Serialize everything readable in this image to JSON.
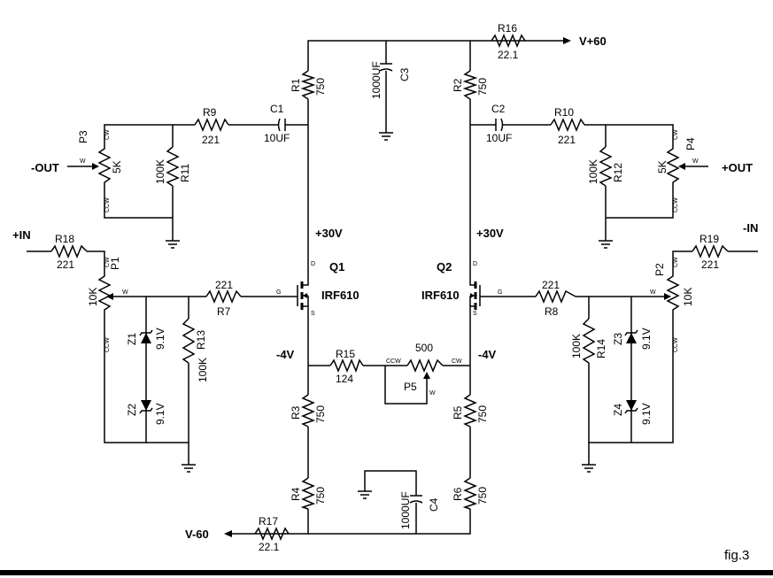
{
  "figure_label": "fig.3",
  "labels": {
    "R1": "R1",
    "R1_val": "750",
    "R2": "R2",
    "R2_val": "750",
    "R3": "R3",
    "R3_val": "750",
    "R4": "R4",
    "R4_val": "750",
    "R5": "R5",
    "R5_val": "750",
    "R6": "R6",
    "R6_val": "750",
    "R7": "R7",
    "R7_val": "221",
    "R8": "R8",
    "R8_val": "221",
    "R9": "R9",
    "R9_val": "221",
    "R10": "R10",
    "R10_val": "221",
    "R11": "R11",
    "R11_val": "100K",
    "R12": "R12",
    "R12_val": "100K",
    "R13": "R13",
    "R13_val": "100K",
    "R14": "R14",
    "R14_val": "100K",
    "R15": "R15",
    "R15_val": "124",
    "R16": "R16",
    "R16_val": "22.1",
    "R17": "R17",
    "R17_val": "22.1",
    "R18": "R18",
    "R18_val": "221",
    "R19": "R19",
    "R19_val": "221",
    "C1": "C1",
    "C1_val": "10UF",
    "C2": "C2",
    "C2_val": "10UF",
    "C3": "C3",
    "C3_val": "1000UF",
    "C4": "C4",
    "C4_val": "1000UF",
    "P1": "P1",
    "P1_val": "10K",
    "P2": "P2",
    "P2_val": "10K",
    "P3": "P3",
    "P3_val": "5K",
    "P4": "P4",
    "P4_val": "5K",
    "P5": "P5",
    "P5_val": "500",
    "Q1": "Q1",
    "Q1_part": "IRF610",
    "Q2": "Q2",
    "Q2_part": "IRF610",
    "Z1": "Z1",
    "Z1_val": "9.1V",
    "Z2": "Z2",
    "Z2_val": "9.1V",
    "Z3": "Z3",
    "Z3_val": "9.1V",
    "Z4": "Z4",
    "Z4_val": "9.1V",
    "vplus": "V+60",
    "vminus": "V-60",
    "plus30_left": "+30V",
    "plus30_right": "+30V",
    "minus4_left": "-4V",
    "minus4_right": "-4V",
    "out_minus": "-OUT",
    "out_plus": "+OUT",
    "in_plus": "+IN",
    "in_minus": "-IN",
    "pin_D": "D",
    "pin_G": "G",
    "pin_S": "S",
    "pin_W": "W",
    "pin_CW": "CW",
    "pin_CCW": "CCW"
  }
}
